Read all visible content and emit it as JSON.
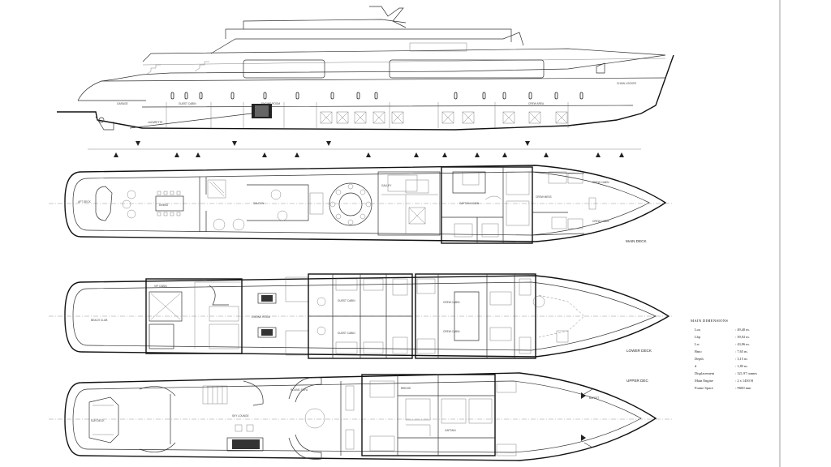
{
  "profile": {
    "labels": [
      "CHAIN LOCKER",
      "CREW AREA",
      "GARAGE",
      "GUEST CABIN",
      "ENGINE ROOM",
      "LAZARETTE"
    ]
  },
  "main_deck": {
    "title": "MAIN DECK",
    "labels": [
      "AFT DECK",
      "SALOON",
      "DINING",
      "GALLEY",
      "CAPTAIN CABIN",
      "CREW CABIN",
      "CREW CABIN",
      "CREW MESS"
    ]
  },
  "lower_deck": {
    "title": "LOWER DECK",
    "labels": [
      "BEACH CLUB",
      "VIP CABIN",
      "ENGINE ROOM",
      "GUEST CABIN",
      "GUEST CABIN",
      "CREW CABIN",
      "CREW CABIN"
    ]
  },
  "upper_deck": {
    "title": "UPPER DEC",
    "labels": [
      "SKY LOUNGE",
      "BRIDGE",
      "CAPTAIN",
      "SUN DECK",
      "ROUND SOFA",
      "BUFFET"
    ]
  },
  "dimensions": {
    "title": "MAIN DIMENSIONS",
    "rows": [
      {
        "label": "Loa",
        "value": ": 49,40 m."
      },
      {
        "label": "Lbp",
        "value": ": 39,92 m."
      },
      {
        "label": "Lw",
        "value": ": 43,96 m."
      },
      {
        "label": "Bmo",
        "value": ": 7,65 m."
      },
      {
        "label": "Depth",
        "value": ": 3,15 m."
      },
      {
        "label": "d",
        "value": ": 1,85 m."
      },
      {
        "label": "Displacement",
        "value": ": 321,97 tonnes"
      },
      {
        "label": "Main Engine",
        "value": ": 2 x 1450 H"
      },
      {
        "label": "Frame Space",
        "value": ": ━600 mm"
      }
    ]
  }
}
